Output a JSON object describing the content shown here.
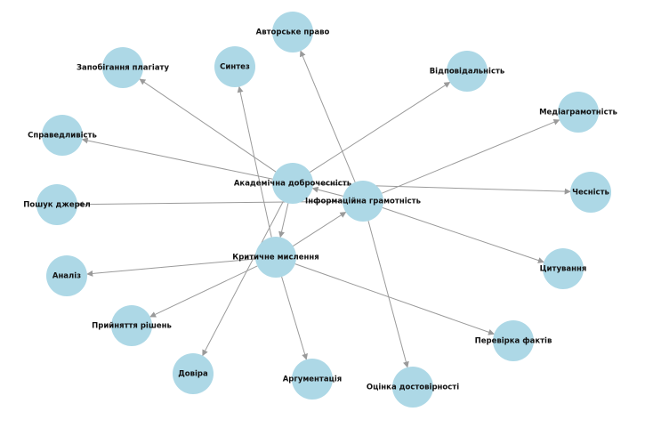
{
  "graph": {
    "colors": {
      "node": "#add8e6",
      "edge": "#9a9a9a",
      "label": "#111111"
    },
    "nodes": [
      {
        "id": "adv",
        "label": "Академічна доброчесність"
      },
      {
        "id": "inf",
        "label": "Інформаційна грамотність"
      },
      {
        "id": "krit",
        "label": "Критичне мислення"
      },
      {
        "id": "avt",
        "label": "Авторське право"
      },
      {
        "id": "zap",
        "label": "Запобігання плагіату"
      },
      {
        "id": "syn",
        "label": "Синтез"
      },
      {
        "id": "vid",
        "label": "Відповідальність"
      },
      {
        "id": "med",
        "label": "Медіаграмотність"
      },
      {
        "id": "spr",
        "label": "Справедливість"
      },
      {
        "id": "ches",
        "label": "Чесність"
      },
      {
        "id": "posh",
        "label": "Пошук джерел"
      },
      {
        "id": "tsyt",
        "label": "Цитування"
      },
      {
        "id": "anal",
        "label": "Аналіз"
      },
      {
        "id": "pryi",
        "label": "Прийняття рішень"
      },
      {
        "id": "perev",
        "label": "Перевірка фактів"
      },
      {
        "id": "dov",
        "label": "Довіра"
      },
      {
        "id": "arg",
        "label": "Аргументація"
      },
      {
        "id": "ots",
        "label": "Оцінка достовірності"
      }
    ],
    "edges": [
      {
        "from": "adv",
        "to": "zap"
      },
      {
        "from": "adv",
        "to": "vid"
      },
      {
        "from": "adv",
        "to": "spr"
      },
      {
        "from": "adv",
        "to": "ches"
      },
      {
        "from": "adv",
        "to": "dov"
      },
      {
        "from": "adv",
        "to": "krit"
      },
      {
        "from": "inf",
        "to": "avt"
      },
      {
        "from": "inf",
        "to": "med"
      },
      {
        "from": "inf",
        "to": "posh"
      },
      {
        "from": "inf",
        "to": "tsyt"
      },
      {
        "from": "inf",
        "to": "ots"
      },
      {
        "from": "inf",
        "to": "adv"
      },
      {
        "from": "krit",
        "to": "syn"
      },
      {
        "from": "krit",
        "to": "anal"
      },
      {
        "from": "krit",
        "to": "pryi"
      },
      {
        "from": "krit",
        "to": "perev"
      },
      {
        "from": "krit",
        "to": "arg"
      },
      {
        "from": "krit",
        "to": "inf"
      }
    ]
  }
}
